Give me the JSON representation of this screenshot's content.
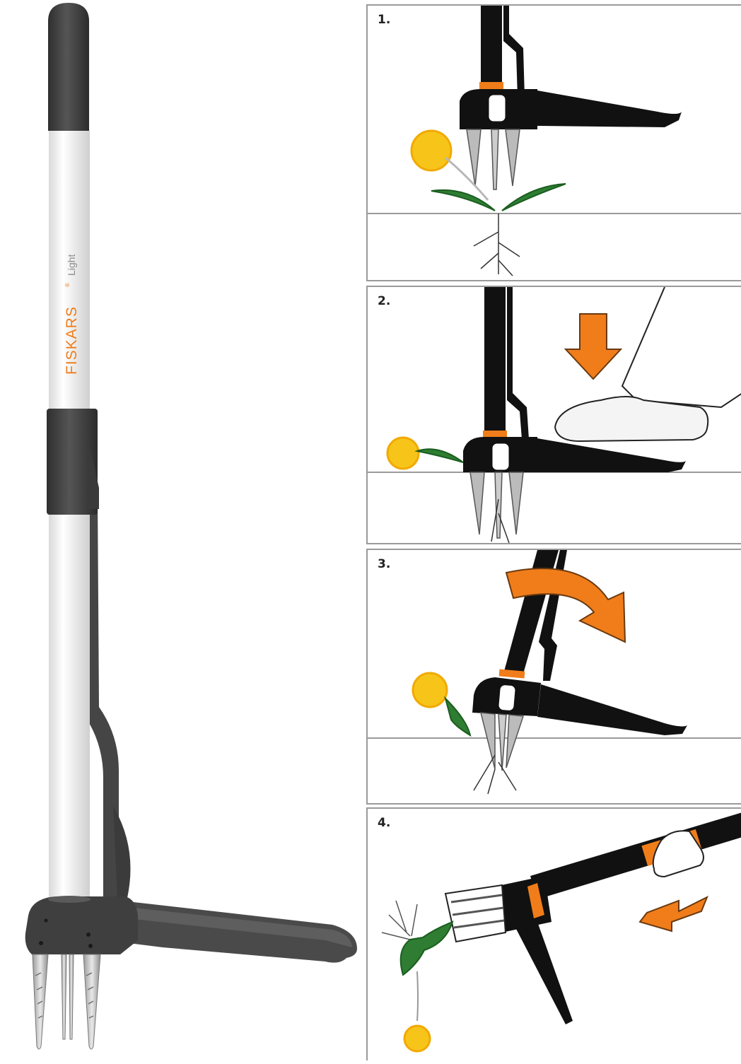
{
  "product": {
    "brand": "FISKARS",
    "registered_mark": "®",
    "line": "Light"
  },
  "steps": [
    {
      "number": "1."
    },
    {
      "number": "2."
    },
    {
      "number": "3."
    },
    {
      "number": "4."
    }
  ],
  "colors": {
    "accent": "#f07d1a",
    "handle_dark": "#3e3e3e",
    "shaft_white": "#f7f7f7",
    "flower": "#f7c51a",
    "leaf": "#2e7d32"
  }
}
